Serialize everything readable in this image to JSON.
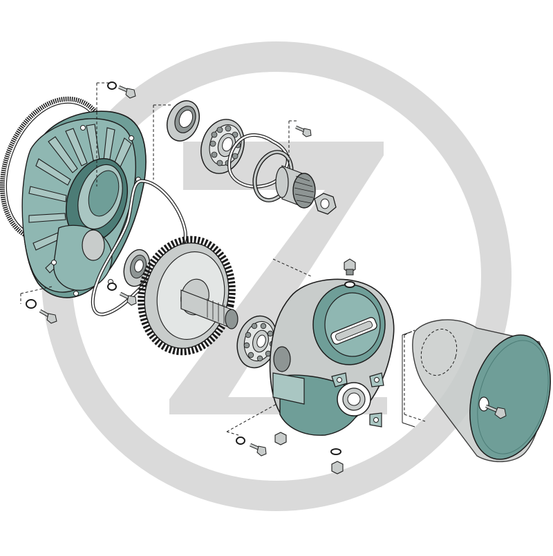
{
  "diagram": {
    "kind": "exploded-view",
    "colors": {
      "background": "#ffffff",
      "watermark": "#d9d9d9",
      "housing": "#6f9e98",
      "housing_light": "#a9c6c2",
      "housing_dark": "#4c7c76",
      "gray_part": "#c8cccb",
      "gray_dark": "#8e9594",
      "outline": "#1c1c1c",
      "leader": "#1c1c1c"
    },
    "parts": [
      {
        "id": "watermark-logo",
        "icon": "z-circle-logo"
      },
      {
        "id": "ring-gear",
        "icon": "toothed-ring"
      },
      {
        "id": "flywheel-housing",
        "icon": "ribbed-bell-housing"
      },
      {
        "id": "gasket",
        "icon": "flat-gasket"
      },
      {
        "id": "oil-seal",
        "icon": "seal-ring"
      },
      {
        "id": "ball-bearing-upper",
        "icon": "ball-bearing"
      },
      {
        "id": "triangle-gasket",
        "icon": "three-lobe-gasket"
      },
      {
        "id": "snap-ring",
        "icon": "retaining-ring"
      },
      {
        "id": "splined-hub",
        "icon": "spline-hub"
      },
      {
        "id": "hex-nut",
        "icon": "hex-nut"
      },
      {
        "id": "small-bearing",
        "icon": "ball-bearing"
      },
      {
        "id": "spur-gear",
        "icon": "spur-gear-with-shaft"
      },
      {
        "id": "ball-bearing-lower",
        "icon": "ball-bearing"
      },
      {
        "id": "gear-case",
        "icon": "gear-case-housing"
      },
      {
        "id": "drain-plug",
        "icon": "plug"
      },
      {
        "id": "filler-plug",
        "icon": "plug"
      },
      {
        "id": "cone-adapter",
        "icon": "cone-adapter"
      },
      {
        "id": "bolts-and-washers",
        "icon": "bolt"
      }
    ]
  }
}
